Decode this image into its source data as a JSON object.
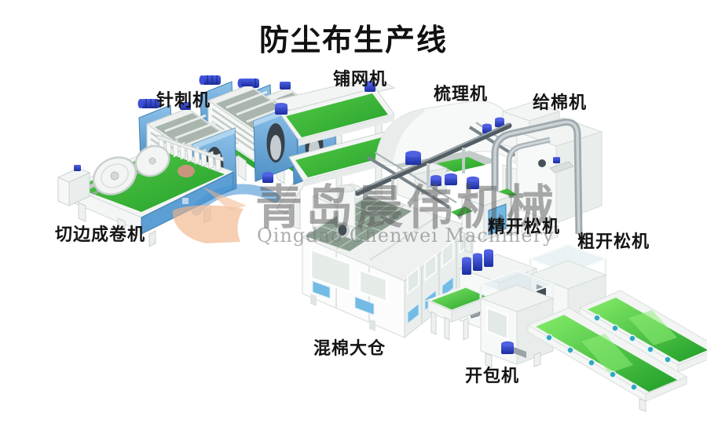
{
  "title": "防尘布生产线",
  "watermark": {
    "cn": "青岛晨伟机械",
    "en": "Qingdao Chenwei Machinery"
  },
  "machines": [
    {
      "id": "needle-punch",
      "label": "针刺机"
    },
    {
      "id": "web-layer",
      "label": "铺网机"
    },
    {
      "id": "carding",
      "label": "梳理机"
    },
    {
      "id": "cotton-feeder",
      "label": "给棉机"
    },
    {
      "id": "edge-winder",
      "label": "切边成卷机"
    },
    {
      "id": "fine-opener",
      "label": "精开松机"
    },
    {
      "id": "coarse-opener",
      "label": "粗开松机"
    },
    {
      "id": "mixing-bin",
      "label": "混棉大仓"
    },
    {
      "id": "bale-opener",
      "label": "开包机"
    }
  ],
  "colors": {
    "belt_green": "#2faa34",
    "panel_blue": "#5b9fd4",
    "motor_blue": "#2b3fc8",
    "machine_white": "#f4f6f5",
    "watermark_gray": "#8a8a8a",
    "logo_orange": "#f2b488",
    "logo_blue": "#4a94d4"
  }
}
